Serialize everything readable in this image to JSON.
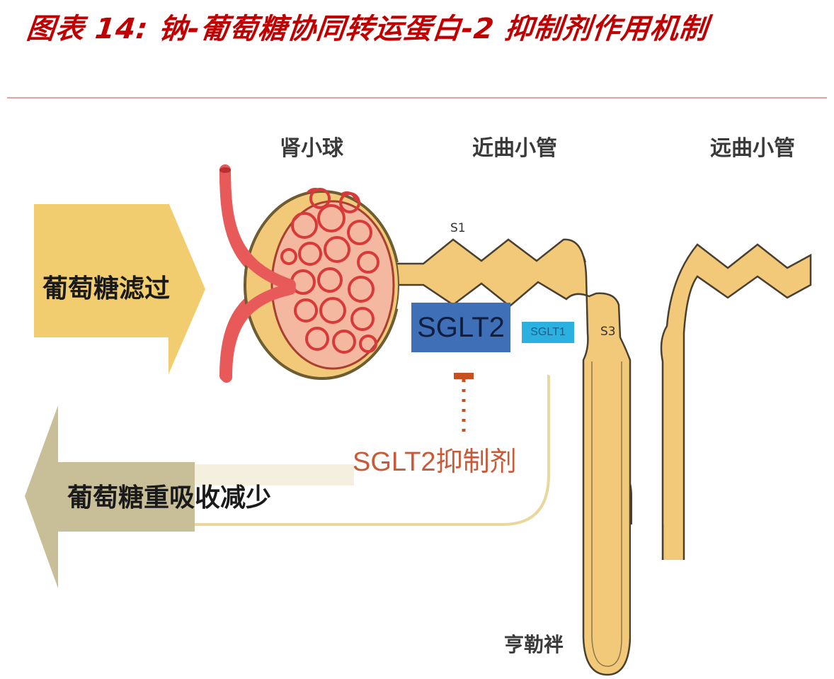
{
  "figure": {
    "title": "图表 14: 钠-葡萄糖协同转运蛋白-2 抑制剂作用机制",
    "rule_color": "#e8a0a0",
    "title_color": "#c00000"
  },
  "diagram": {
    "section_labels": {
      "glomerulus": "肾小球",
      "proximal_tubule": "近曲小管",
      "distal_tubule": "远曲小管"
    },
    "segment_labels": {
      "s1": "S1",
      "s3": "S3",
      "loop_of_henle": "亨勒袢"
    },
    "transporters": {
      "sglt2": {
        "label": "SGLT2",
        "color": "#3f6fb6"
      },
      "sglt1": {
        "label": "SGLT1",
        "color": "#2ab1e0"
      }
    },
    "inhibitor": {
      "label": "SGLT2抑制剂",
      "color": "#c95a38"
    },
    "arrows": {
      "filtration": {
        "label": "葡萄糖滤过",
        "direction": "right",
        "color": "#f0c860"
      },
      "reabsorption": {
        "label": "葡萄糖重吸收减少",
        "direction": "left",
        "color": "#c8bf98"
      }
    },
    "colors": {
      "tubule_fill": "#f2c978",
      "tubule_outline": "#4a4030",
      "vessel": "#e85a5a",
      "capillary": "#d83a3a"
    }
  }
}
